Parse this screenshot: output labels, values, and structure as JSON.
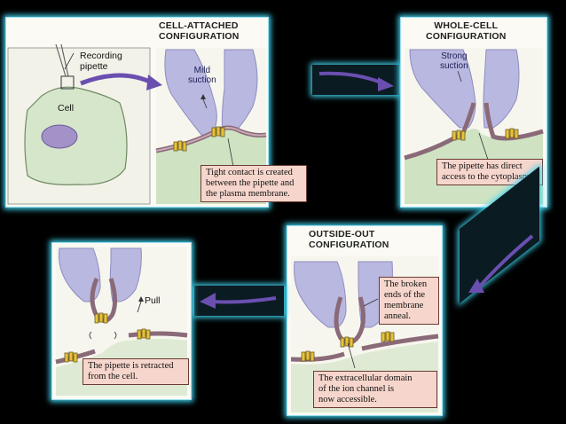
{
  "panels": {
    "cell_attached": {
      "title_line1": "CELL-ATTACHED",
      "title_line2": "CONFIGURATION",
      "recording_pipette_line1": "Recording",
      "recording_pipette_line2": "pipette",
      "cell_label": "Cell",
      "suction_line1": "Mild",
      "suction_line2": "suction",
      "callout_line1": "Tight contact is created",
      "callout_line2": "between the pipette and",
      "callout_line3": "the plasma membrane."
    },
    "whole_cell": {
      "title_line1": "WHOLE-CELL",
      "title_line2": "CONFIGURATION",
      "suction_line1": "Strong",
      "suction_line2": "suction",
      "callout_line1": "The pipette has direct",
      "callout_line2": "access to the cytoplasm."
    },
    "outside_out": {
      "title_line1": "OUTSIDE-OUT",
      "title_line2": "CONFIGURATION",
      "callout1_line1": "The broken",
      "callout1_line2": "ends of the",
      "callout1_line3": "membrane",
      "callout1_line4": "anneal.",
      "callout2_line1": "The extracellular domain",
      "callout2_line2": "of the ion channel is",
      "callout2_line3": "now accessible."
    },
    "retract": {
      "pull_label": "Pull",
      "callout_line1": "The pipette is retracted",
      "callout_line2": "from the cell."
    }
  },
  "colors": {
    "glow": "#3fd2ee",
    "pipette": "#b9b8e0",
    "cell": "#cfe3c3",
    "callout": "#f6d6cc",
    "arrow": "#6a4fb0",
    "membrane": "#8a6a78",
    "channel": "#e6c23a"
  }
}
